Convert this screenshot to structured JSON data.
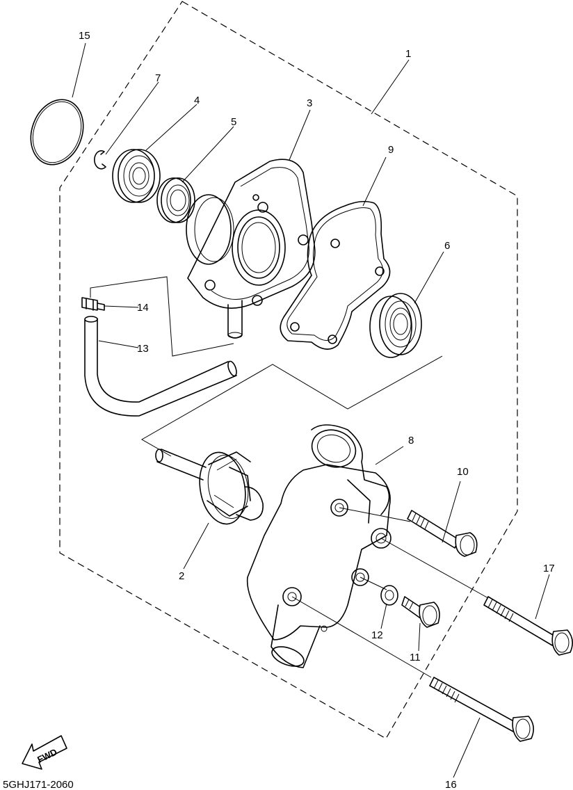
{
  "diagram": {
    "drawing_code": "5GHJ171-2060",
    "direction_label": "FWD",
    "callouts": [
      {
        "id": "1",
        "label": "1"
      },
      {
        "id": "2",
        "label": "2"
      },
      {
        "id": "3",
        "label": "3"
      },
      {
        "id": "4",
        "label": "4"
      },
      {
        "id": "5",
        "label": "5"
      },
      {
        "id": "6",
        "label": "6"
      },
      {
        "id": "7",
        "label": "7"
      },
      {
        "id": "8",
        "label": "8"
      },
      {
        "id": "9",
        "label": "9"
      },
      {
        "id": "10",
        "label": "10"
      },
      {
        "id": "11",
        "label": "11"
      },
      {
        "id": "12",
        "label": "12"
      },
      {
        "id": "13",
        "label": "13"
      },
      {
        "id": "14",
        "label": "14"
      },
      {
        "id": "15",
        "label": "15"
      },
      {
        "id": "16",
        "label": "16"
      },
      {
        "id": "17",
        "label": "17"
      }
    ]
  }
}
